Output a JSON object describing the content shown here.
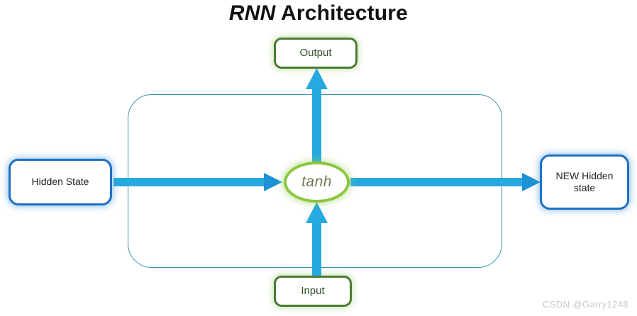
{
  "title": {
    "emphasis": "RNN",
    "rest": " Architecture",
    "full": "RNN Architecture"
  },
  "nodes": {
    "hidden_state": {
      "label": "Hidden State"
    },
    "new_hidden_state": {
      "label": "NEW Hidden\nstate"
    },
    "output": {
      "label": "Output"
    },
    "input": {
      "label": "Input"
    },
    "activation": {
      "label": "tanh"
    }
  },
  "edges": [
    {
      "name": "hidden-state-to-tanh",
      "from": "Hidden State",
      "to": "tanh",
      "direction": "right"
    },
    {
      "name": "tanh-to-new-hidden-state",
      "from": "tanh",
      "to": "NEW Hidden state",
      "direction": "right"
    },
    {
      "name": "tanh-to-output",
      "from": "tanh",
      "to": "Output",
      "direction": "up"
    },
    {
      "name": "input-to-tanh",
      "from": "Input",
      "to": "tanh",
      "direction": "up"
    }
  ],
  "container": {
    "name": "recurrent-cell-boundary"
  },
  "watermark": {
    "text": "CSDN @Garry1248"
  },
  "colors": {
    "arrow_shaft": "#26A9E0",
    "arrow_head": "#1C93D4",
    "blue_box_border": "#1F6FC4",
    "green_box_border": "#4C7A33",
    "green_box_text": "#33502A",
    "tanh_border": "#8CC63E",
    "tanh_text": "#6E7B52",
    "container_border": "#3A8FA8",
    "title_text": "#111111",
    "watermark_text": "#C9C9C9",
    "background": "#FFFFFF"
  }
}
